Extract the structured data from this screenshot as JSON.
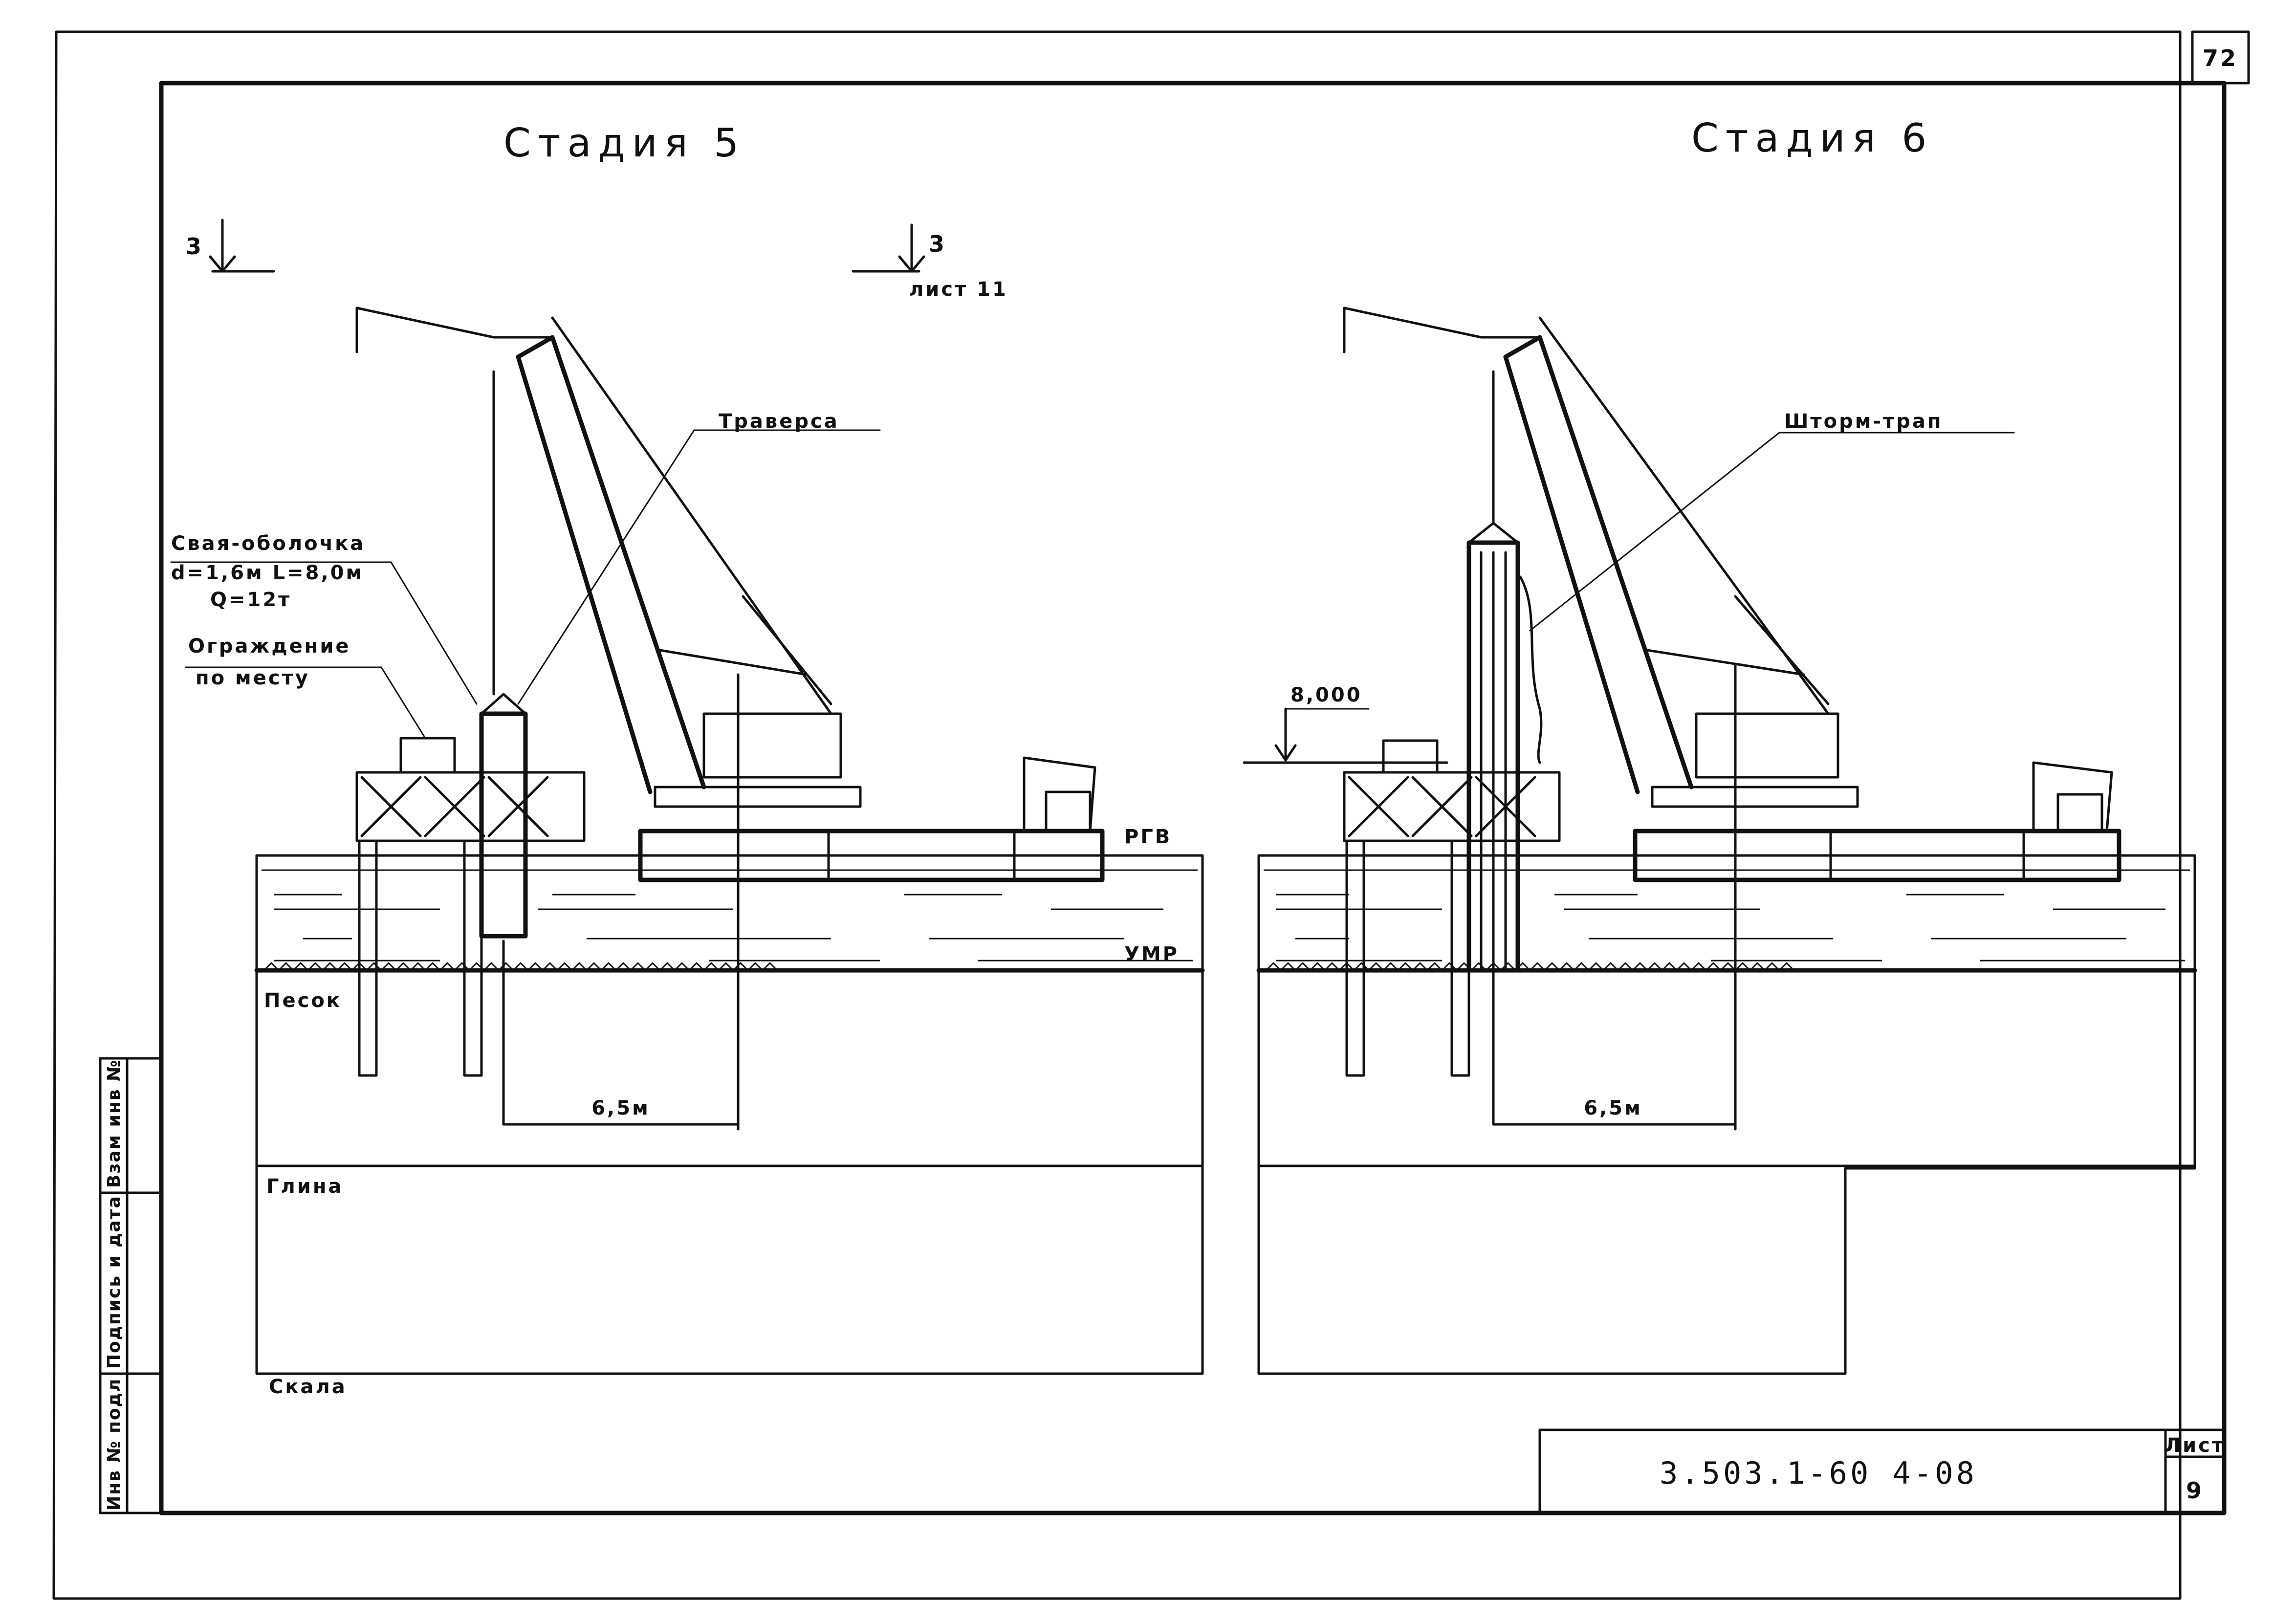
{
  "page_number": "72",
  "document_code": "3.503.1-60 4-08",
  "sheet_label": "Лист",
  "sheet_number": "9",
  "side_stamp": {
    "field1": "Инв № подл",
    "field2": "Подпись и дата",
    "field3": "Взам инв №"
  },
  "section_marker": {
    "left_number": "3",
    "right_number": "3",
    "sheet_ref": "лист 11"
  },
  "stage5": {
    "title": "Стадия 5",
    "labels": {
      "traverse": "Траверса",
      "pile_line1": "Свая-оболочка",
      "pile_line2": "d=1,6м L=8,0м",
      "pile_line3": "Q=12т",
      "fence_line1": "Ограждение",
      "fence_line2": "по месту",
      "hwl": "РГВ",
      "lwl": "УМР",
      "sand": "Песок",
      "clay": "Глина",
      "rock": "Скала",
      "dimension": "6,5м"
    }
  },
  "stage6": {
    "title": "Стадия 6",
    "labels": {
      "ladder": "Шторм-трап",
      "elevation": "8,000",
      "dimension": "6,5м"
    }
  }
}
